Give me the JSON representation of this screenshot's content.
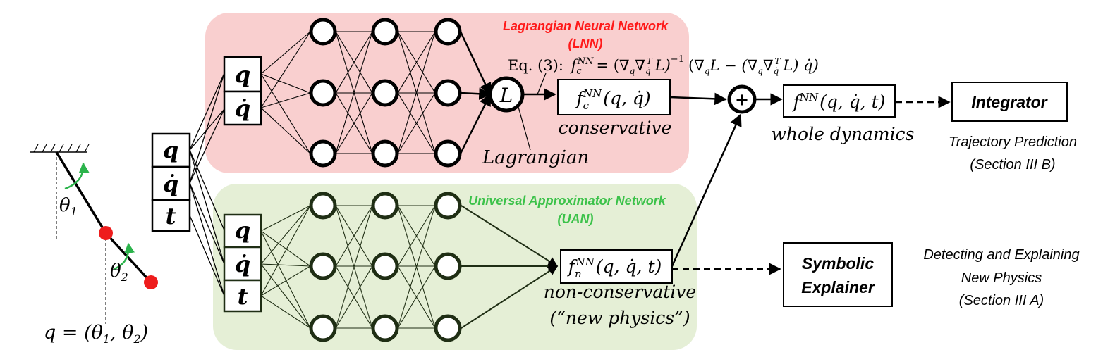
{
  "pendulum": {
    "theta1": "θ",
    "theta1_sub": "1",
    "theta2": "θ",
    "theta2_sub": "2",
    "q_eq_lhs": "q = (θ",
    "q_eq_sub1": "1",
    "q_eq_mid": ", θ",
    "q_eq_sub2": "2",
    "q_eq_rhs": ")",
    "mass_color": "#ee1c1c",
    "arrow_color": "#2bb34b"
  },
  "inputs": {
    "q": "q",
    "qdot": "q̇",
    "t": "t"
  },
  "lnn": {
    "title_line1": "Lagrangian Neural Network",
    "title_line2": "(LNN)",
    "title_color": "#ff1a1a",
    "bg_color": "#f9cfcf",
    "input_q": "q",
    "input_qdot": "q̇",
    "node_L": "L",
    "lagrangian_label": "Lagrangian",
    "equation": "Eq. (3): f_c^NN = (∇_q̇ ∇_q̇^T L)^(-1) (∇_q L − (∇_q ∇_q̇^T L) q̇)",
    "eq_prefix": "Eq. (3):",
    "eq_f": "f",
    "eq_sub_c": "c",
    "eq_sup_nn": "NN",
    "eq_body": "= (∇",
    "eq_sub_qdot": "q̇",
    "eq_nabla2": "∇",
    "eq_sub_qdot2": "q̇",
    "eq_sup_T": "T",
    "eq_L_close": "L)",
    "eq_sup_inv": "−1",
    "eq_rest1": "(∇",
    "eq_sub_q": "q",
    "eq_rest2": "L − (∇",
    "eq_sub_q2": "q",
    "eq_nabla3": "∇",
    "eq_sub_qdot3": "q̇",
    "eq_sup_T2": "T",
    "eq_rest3": "L) q̇)",
    "output_f": "f",
    "output_sub": "c",
    "output_sup": "NN",
    "output_args": "(q, q̇)",
    "output_caption": "conservative"
  },
  "uan": {
    "title_line1": "Universal Approximator Network",
    "title_line2": "(UAN)",
    "title_color": "#3cc24a",
    "bg_color": "#e5efd6",
    "input_q": "q",
    "input_qdot": "q̇",
    "input_t": "t",
    "output_f": "f",
    "output_sub": "n",
    "output_sup": "NN",
    "output_args": "(q, q̇, t)",
    "caption_line1": "non-conservative",
    "caption_line2": "(“new physics”)"
  },
  "sum_symbol": "+",
  "whole": {
    "f": "f",
    "sup": "NN",
    "args": "(q, q̇, t)",
    "caption": "whole dynamics"
  },
  "integrator": {
    "label": "Integrator",
    "caption_line1": "Trajectory Prediction",
    "caption_line2": "(Section III B)"
  },
  "explainer": {
    "label_line1": "Symbolic",
    "label_line2": "Explainer",
    "caption_line1": "Detecting and Explaining",
    "caption_line2": "New Physics",
    "caption_line3": "(Section III A)"
  }
}
